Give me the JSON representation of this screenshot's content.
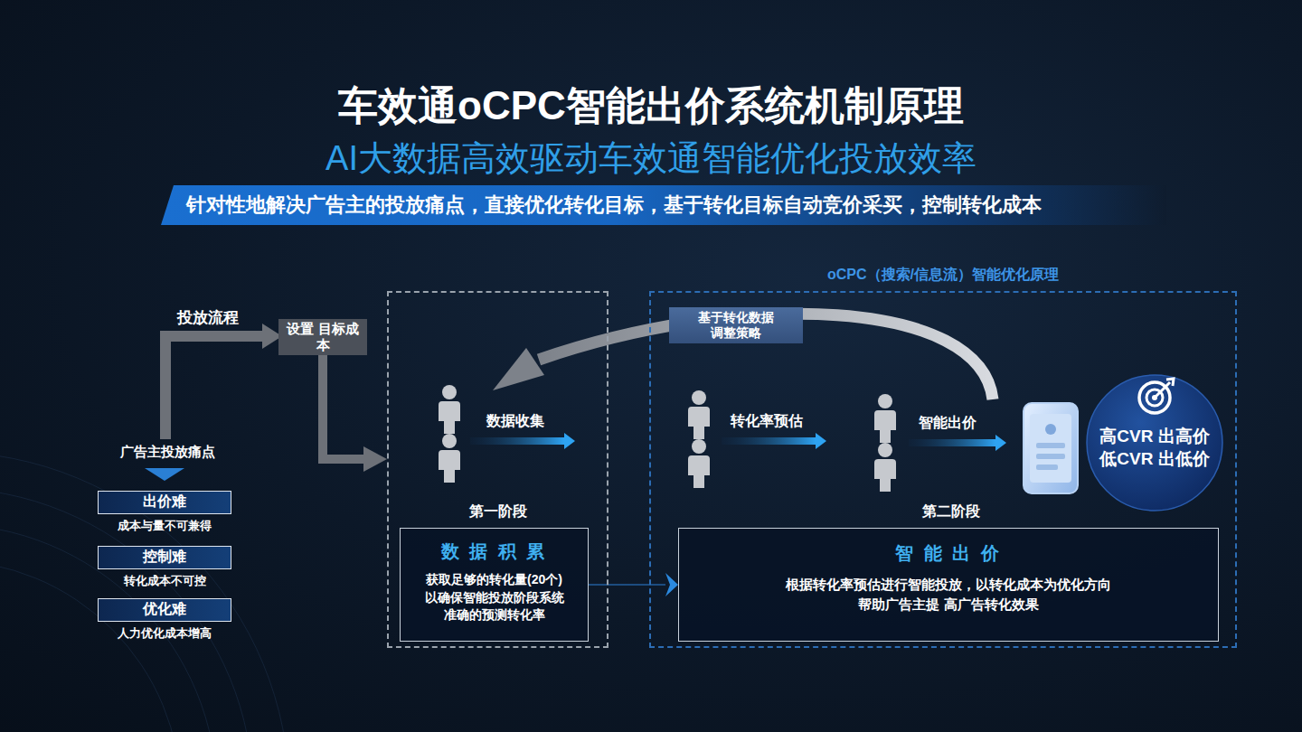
{
  "diagram": {
    "title": "车效通oCPC智能出价系统机制原理",
    "nodes": [
      {
        "text": [
          "针对性地解决广告主的投放痛点，直接优化转化目标，基于转化目标自动竞价采买，控制转化成本"
        ]
      },
      {
        "text": [
          "设置 目标成本"
        ]
      },
      {
        "text": [
          "出价难",
          "成本与量不可兼得"
        ]
      },
      {
        "text": [
          "控制难",
          "转化成本不可控"
        ]
      },
      {
        "text": [
          "优化难",
          "人力优化成本增高"
        ]
      },
      {
        "text": [
          "第一阶段"
        ]
      },
      {
        "text": [
          "数 据 积 累",
          "获取足够的转化量(20个) 以确保智能投放阶段系统 准确的预测转化率"
        ],
        "in": 5
      },
      {
        "text": [
          "oCPC（搜索/信息流）智能优化原理",
          "第二阶段"
        ]
      },
      {
        "text": [
          "基于转化数据 调整策略"
        ],
        "in": 7
      },
      {
        "text": [
          "高CVR 出高价 低CVR 出低价"
        ],
        "in": 7
      },
      {
        "text": [
          "智 能 出 价",
          "根据转化率预估进行智能投放，以转化成本为优化方向 帮助广告主提 高广告转化效果"
        ],
        "in": 7
      }
    ],
    "edges": [
      {
        "from": 1,
        "to": 5,
        "arrow": "to"
      },
      {
        "from": 6,
        "to": 10,
        "arrow": "to"
      }
    ],
    "labels": [
      "AI大数据高效驱动车效通智能优化投放效率",
      "投放流程",
      "广告主投放痛点",
      "数据收集",
      "转化率预估",
      "智能出价"
    ]
  }
}
